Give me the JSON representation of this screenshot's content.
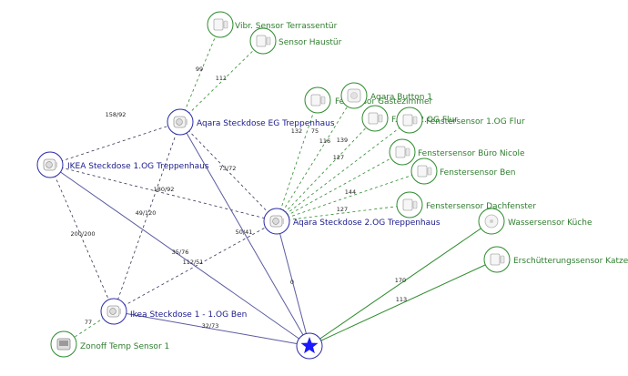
{
  "colors": {
    "router": "#2b2ba8",
    "end_device": "#2e8b2e",
    "label_router": "#1a1a8c",
    "label_end_device": "#2e7d2e",
    "link_router": "#5a5aa0",
    "link_end": "#2e8b2e",
    "dashed": "#333355"
  },
  "graph": {
    "nodes": [
      {
        "id": "coordinator",
        "label": "",
        "kind": "coordinator",
        "icon": "star-icon"
      },
      {
        "id": "aq-eg",
        "label": "Aqara Steckdose EG Treppenhaus",
        "kind": "router",
        "icon": "smart-plug-icon"
      },
      {
        "id": "aq-2og",
        "label": "Aqara Steckdose 2.OG Treppenhaus",
        "kind": "router",
        "icon": "smart-plug-icon"
      },
      {
        "id": "ikea-1og",
        "label": "IKEA Steckdose 1.OG Treppenhaus",
        "kind": "router",
        "icon": "smart-plug-icon"
      },
      {
        "id": "ikea-ben",
        "label": "Ikea Steckdose 1 - 1.OG Ben",
        "kind": "router",
        "icon": "smart-plug-icon"
      },
      {
        "id": "vibr",
        "label": "Vibr. Sensor Terrassentür",
        "kind": "end",
        "icon": "sensor-icon"
      },
      {
        "id": "haustuer",
        "label": "Sensor Haustür",
        "kind": "end",
        "icon": "door-sensor-icon"
      },
      {
        "id": "gaestezimmer",
        "label": "Fe... ...sor Gästezimmer",
        "kind": "end",
        "icon": "door-sensor-icon"
      },
      {
        "id": "aqara-button",
        "label": "Aqara Button 1",
        "kind": "end",
        "icon": "button-icon"
      },
      {
        "id": "fs-2og",
        "label": "F... ...r 2.OG Flur",
        "kind": "end",
        "icon": "door-sensor-icon"
      },
      {
        "id": "fs-1og",
        "label": "Fenstersensor 1.OG Flur",
        "kind": "end",
        "icon": "door-sensor-icon"
      },
      {
        "id": "fs-nicole",
        "label": "Fenstersensor Büro Nicole",
        "kind": "end",
        "icon": "door-sensor-icon"
      },
      {
        "id": "fs-ben",
        "label": "Fenstersensor Ben",
        "kind": "end",
        "icon": "door-sensor-icon"
      },
      {
        "id": "fs-dach",
        "label": "Fenstersensor Dachfenster",
        "kind": "end",
        "icon": "door-sensor-icon"
      },
      {
        "id": "wasser",
        "label": "Wassersensor Küche",
        "kind": "end",
        "icon": "water-sensor-icon"
      },
      {
        "id": "erschuett",
        "label": "Erschütterungssensor Katzenklappe",
        "kind": "end",
        "icon": "sensor-icon"
      },
      {
        "id": "zonoff",
        "label": "Zonoff Temp Sensor 1",
        "kind": "end",
        "icon": "temperature-sensor-icon"
      }
    ],
    "edges": [
      {
        "from": "aq-eg",
        "to": "vibr",
        "label": "99",
        "style": "dashed",
        "color": "end"
      },
      {
        "from": "aq-eg",
        "to": "haustuer",
        "label": "111",
        "style": "dashed",
        "color": "end"
      },
      {
        "from": "ikea-1og",
        "to": "aq-eg",
        "label": "158/92",
        "style": "dashed",
        "color": "dark"
      },
      {
        "from": "ikea-1og",
        "to": "aq-2og",
        "label": "180/92",
        "style": "dashed",
        "color": "dark"
      },
      {
        "from": "aq-eg",
        "to": "aq-2og",
        "label": "73/72",
        "style": "dashed",
        "color": "dark"
      },
      {
        "from": "aq-eg",
        "to": "ikea-ben",
        "label": "49/120",
        "style": "dashed",
        "color": "dark"
      },
      {
        "from": "ikea-1og",
        "to": "ikea-ben",
        "label": "200/200",
        "style": "dashed",
        "color": "dark"
      },
      {
        "from": "ikea-ben",
        "to": "aq-2og",
        "label": "112/51",
        "style": "dashed",
        "color": "dark"
      },
      {
        "from": "aq-2og",
        "to": "gaestezimmer",
        "label": "132",
        "style": "dashed",
        "color": "end"
      },
      {
        "from": "aq-2og",
        "to": "aqara-button",
        "label": "75",
        "style": "dashed",
        "color": "end"
      },
      {
        "from": "aq-2og",
        "to": "fs-2og",
        "label": "116",
        "style": "dashed",
        "color": "end"
      },
      {
        "from": "aq-2og",
        "to": "fs-1og",
        "label": "139",
        "style": "dashed",
        "color": "end"
      },
      {
        "from": "aq-2og",
        "to": "fs-nicole",
        "label": "127",
        "style": "dashed",
        "color": "end"
      },
      {
        "from": "aq-2og",
        "to": "fs-ben",
        "label": "144",
        "style": "dashed",
        "color": "end"
      },
      {
        "from": "aq-2og",
        "to": "fs-dach",
        "label": "127",
        "style": "dashed",
        "color": "end"
      },
      {
        "from": "ikea-ben",
        "to": "zonoff",
        "label": "77",
        "style": "dashed",
        "color": "end"
      },
      {
        "from": "ikea-1og",
        "to": "coordinator",
        "label": "35/76",
        "style": "solid",
        "color": "router"
      },
      {
        "from": "aq-eg",
        "to": "coordinator",
        "label": "50/41",
        "style": "solid",
        "color": "router"
      },
      {
        "from": "aq-2og",
        "to": "coordinator",
        "label": "0",
        "style": "solid",
        "color": "router"
      },
      {
        "from": "ikea-ben",
        "to": "coordinator",
        "label": "32/73",
        "style": "solid",
        "color": "router"
      },
      {
        "from": "coordinator",
        "to": "wasser",
        "label": "170",
        "style": "solid",
        "color": "end"
      },
      {
        "from": "coordinator",
        "to": "erschuett",
        "label": "113",
        "style": "solid",
        "color": "end"
      }
    ]
  }
}
